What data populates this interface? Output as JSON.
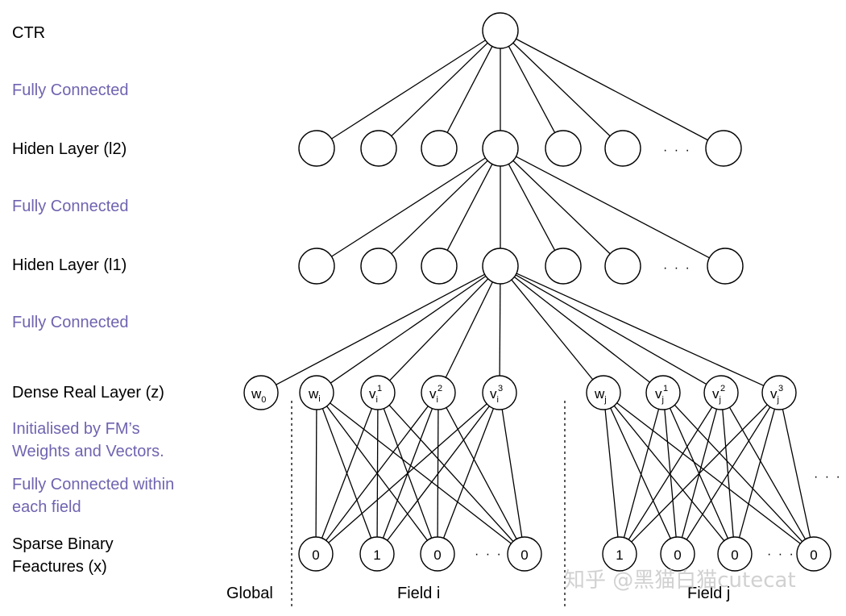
{
  "labels": {
    "ctr": "CTR",
    "fc1": "Fully Connected",
    "hidden2": "Hiden Layer (l2)",
    "fc2": "Fully Connected",
    "hidden1": "Hiden Layer (l1)",
    "fc3": "Fully Connected",
    "dense": "Dense Real Layer (z)",
    "init_line1": "Initialised by FM’s",
    "init_line2": "Weights and Vectors.",
    "fcfield_line1": "Fully Connected within",
    "fcfield_line2": "each field",
    "sparse_line1": "Sparse Binary",
    "sparse_line2": "Feactures (x)"
  },
  "dense_nodes": {
    "w0": {
      "base": "w",
      "sub": "0"
    },
    "wi": {
      "base": "w",
      "sub": "i"
    },
    "vi1": {
      "base": "v",
      "sub": "i",
      "sup": "1"
    },
    "vi2": {
      "base": "v",
      "sub": "i",
      "sup": "2"
    },
    "vi3": {
      "base": "v",
      "sub": "i",
      "sup": "3"
    },
    "wj": {
      "base": "w",
      "sub": "j"
    },
    "vj1": {
      "base": "v",
      "sub": "j",
      "sup": "1"
    },
    "vj2": {
      "base": "v",
      "sub": "j",
      "sup": "2"
    },
    "vj3": {
      "base": "v",
      "sub": "j",
      "sup": "3"
    }
  },
  "sparse_values": {
    "field_i": [
      "0",
      "1",
      "0",
      "0"
    ],
    "field_j": [
      "1",
      "0",
      "0",
      "0"
    ]
  },
  "ellipsis": "· · ·",
  "field_labels": {
    "global": "Global",
    "field_i": "Field i",
    "field_j": "Field j"
  },
  "watermark": "知乎 @黑猫白猫cutecat"
}
